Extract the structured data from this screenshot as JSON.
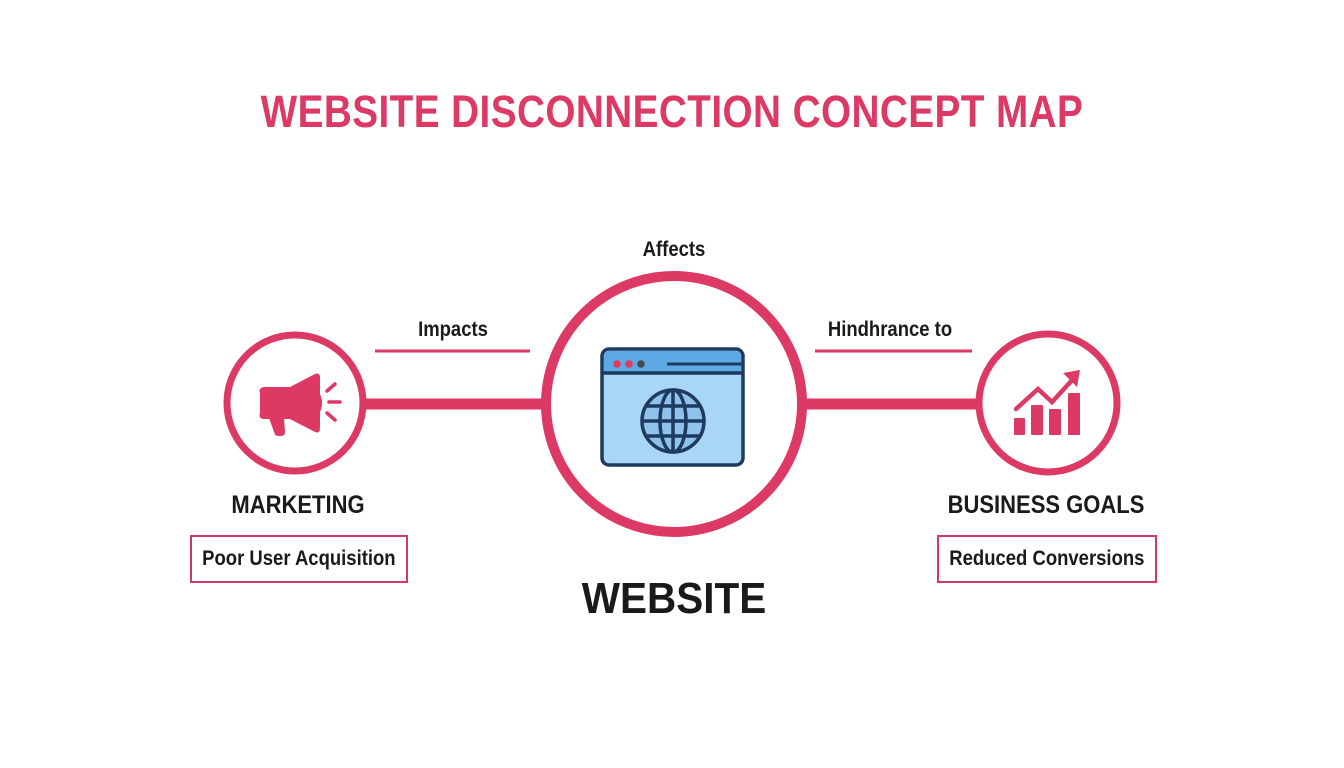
{
  "title": "WEBSITE DISCONNECTION CONCEPT MAP",
  "colors": {
    "accent": "#dc3a64",
    "text": "#1a1a1a",
    "background": "#ffffff",
    "browser_frame": "#1f3a5f",
    "browser_header": "#5ea8e4",
    "browser_body": "#a9d6f5",
    "dot_red": "#e23b5a",
    "dot_gray": "#4a4a4a"
  },
  "nodes": {
    "marketing": {
      "label": "MARKETING",
      "icon": "megaphone-icon",
      "result": "Poor User Acquisition"
    },
    "website": {
      "label": "WEBSITE",
      "icon": "browser-globe-icon"
    },
    "business_goals": {
      "label": "BUSINESS GOALS",
      "icon": "growth-chart-icon",
      "result": "Reduced Conversions"
    }
  },
  "edges": {
    "marketing_to_website": "Impacts",
    "website_top": "Affects",
    "website_to_business": "Hindhrance to"
  }
}
